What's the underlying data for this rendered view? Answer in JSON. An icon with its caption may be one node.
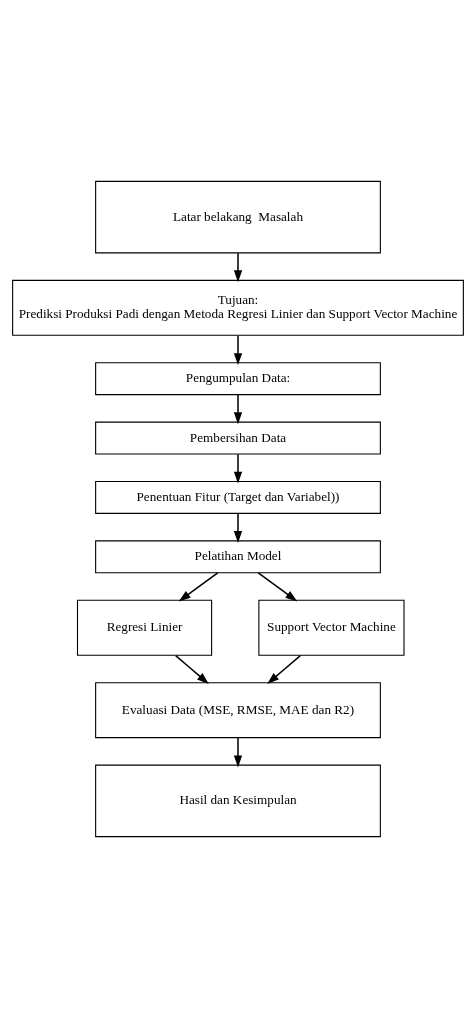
{
  "diagram": {
    "nodes": [
      {
        "text": [
          "Latar belakang  Masalah"
        ]
      },
      {
        "text": [
          "Tujuan:",
          "Prediksi Produksi Padi dengan Metoda Regresi Linier dan Support Vector Machine"
        ]
      },
      {
        "text": [
          "Pengumpulan Data:"
        ]
      },
      {
        "text": [
          "Pembersihan Data"
        ]
      },
      {
        "text": [
          "Penentuan Fitur (Target dan Variabel))"
        ]
      },
      {
        "text": [
          "Pelatihan Model"
        ]
      },
      {
        "text": [
          "Regresi Linier"
        ]
      },
      {
        "text": [
          "Support Vector Machine"
        ]
      },
      {
        "text": [
          "Evaluasi Data (MSE, RMSE, MAE dan R2)"
        ]
      },
      {
        "text": [
          "Hasil dan Kesimpulan"
        ]
      }
    ],
    "edges": [
      {
        "from": 0,
        "to": 1,
        "arrow": "to"
      },
      {
        "from": 1,
        "to": 2,
        "arrow": "to"
      },
      {
        "from": 2,
        "to": 3,
        "arrow": "to"
      },
      {
        "from": 3,
        "to": 4,
        "arrow": "to"
      },
      {
        "from": 4,
        "to": 5,
        "arrow": "to"
      },
      {
        "from": 5,
        "to": 6,
        "arrow": "to"
      },
      {
        "from": 5,
        "to": 7,
        "arrow": "to"
      },
      {
        "from": 6,
        "to": 8,
        "arrow": "to"
      },
      {
        "from": 7,
        "to": 8,
        "arrow": "to"
      },
      {
        "from": 8,
        "to": 9,
        "arrow": "to"
      }
    ]
  }
}
